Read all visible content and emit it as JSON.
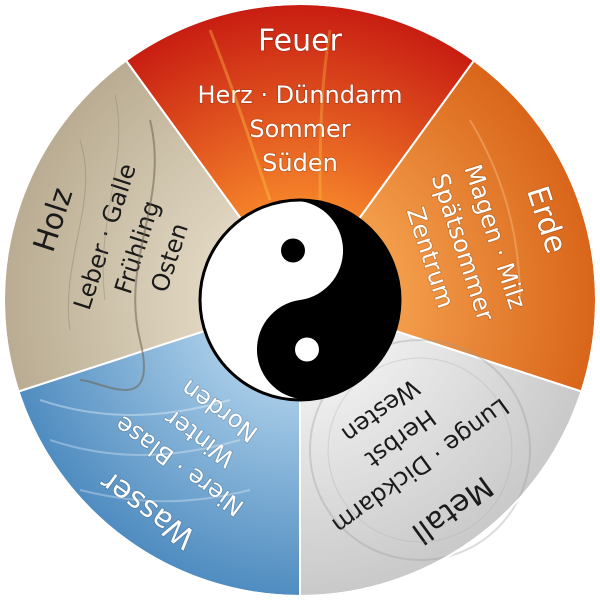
{
  "wheel": {
    "segments": [
      {
        "id": "fire",
        "element": "Feuer",
        "lines": [
          "Herz · Dünndarm",
          "Sommer",
          "Süden"
        ],
        "color_outer": "#c81d12",
        "color_inner": "#f7872b",
        "text_color": "#ffffff"
      },
      {
        "id": "earth",
        "element": "Erde",
        "lines": [
          "Magen · Milz",
          "Spätsommer",
          "Zentrum"
        ],
        "color_outer": "#d9651a",
        "color_inner": "#f4a04d",
        "text_color": "#ffffff"
      },
      {
        "id": "metal",
        "element": "Metall",
        "lines": [
          "Lunge · Dickdarm",
          "Herbst",
          "Westen"
        ],
        "color_outer": "#c9c9c9",
        "color_inner": "#efefef",
        "text_color": "#1a1a1a"
      },
      {
        "id": "water",
        "element": "Wasser",
        "lines": [
          "Niere · Blase",
          "Winter",
          "Norden"
        ],
        "color_outer": "#4f8cc0",
        "color_inner": "#a9cde8",
        "text_color": "#ffffff"
      },
      {
        "id": "wood",
        "element": "Holz",
        "lines": [
          "Leber · Galle",
          "Frühling",
          "Osten"
        ],
        "color_outer": "#b9ac92",
        "color_inner": "#e2d8c3",
        "text_color": "#1a1a1a"
      }
    ],
    "center": {
      "symbol": "yin-yang",
      "dark": "#000000",
      "light": "#ffffff"
    }
  }
}
